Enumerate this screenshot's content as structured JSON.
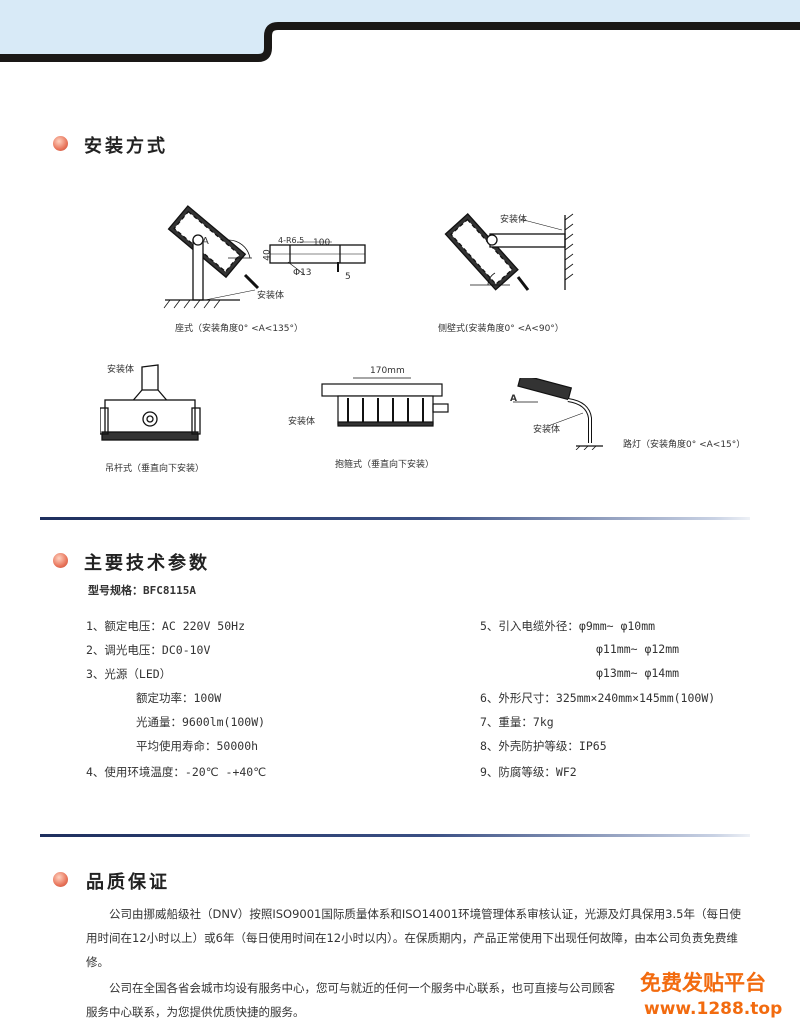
{
  "sections": {
    "install": {
      "title": "安装方式"
    },
    "specs": {
      "title": "主要技术参数"
    },
    "quality": {
      "title": "品质保证"
    }
  },
  "install": {
    "label_body": "安装体",
    "angle_label": "A",
    "dims": {
      "holes": "4-R6.5",
      "span": "100",
      "height": "40",
      "dia": "Φ13",
      "thick": "5",
      "clamp": "170mm"
    },
    "captions": {
      "seat": "座式（安装角度0°  <A<135°）",
      "side_wall": "侧壁式(安装角度0°  <A<90°）",
      "pendant": "吊杆式（垂直向下安装）",
      "clamp": "抱箍式（垂直向下安装）",
      "street": "路灯（安装角度0°  <A<15°）"
    }
  },
  "specs": {
    "model": "型号规格：BFC8115A",
    "left": [
      "1、额定电压：AC 220V    50Hz",
      "2、调光电压：DC0-10V",
      "3、光源（LED）",
      "额定功率：100W",
      "光通量：9600lm(100W)",
      "平均使用寿命：50000h",
      "4、使用环境温度：-20℃ -+40℃"
    ],
    "right": [
      "5、引入电缆外径：φ9mm~ φ10mm",
      "φ11mm~ φ12mm",
      "φ13mm~ φ14mm",
      "6、外形尺寸：325mm×240mm×145mm(100W)",
      "7、重量：7kg",
      "8、外壳防护等级：IP65",
      "9、防腐等级：WF2"
    ]
  },
  "quality": {
    "p1": "公司由挪威船级社（DNV）按照ISO9001国际质量体系和ISO14001环境管理体系审核认证，光源及灯具保用3.5年（每日使用时间在12小时以上）或6年（每日使用时间在12小时以内）。在保质期内，产品正常使用下出现任何故障，由本公司负责免费维修。",
    "p2": "公司在全国各省会城市均设有服务中心，您可与就近的任何一个服务中心联系，也可直接与公司顾客服务中心联系，为您提供优质快捷的服务。"
  },
  "watermark": {
    "line1": "免费发贴平台",
    "line2": "www.1288.top"
  },
  "colors": {
    "header_band": "#d8eaf7",
    "accent_orange": "#f26b0f",
    "divider": "#1e2f5e"
  }
}
